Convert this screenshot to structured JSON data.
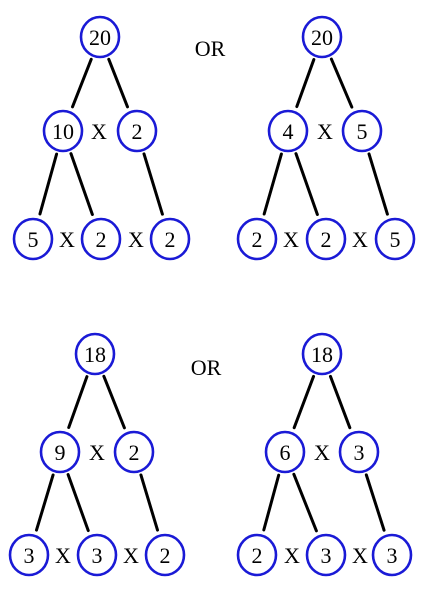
{
  "colors": {
    "node_stroke": "#1a1ad6",
    "edge": "#000000",
    "text": "#000000"
  },
  "operator": "X",
  "or_labels": [
    "OR",
    "OR"
  ],
  "trees": [
    {
      "id": "t1",
      "root": "20",
      "mid": [
        "10",
        "2"
      ],
      "leaves": [
        "5",
        "2",
        "2"
      ]
    },
    {
      "id": "t2",
      "root": "20",
      "mid": [
        "4",
        "5"
      ],
      "leaves": [
        "2",
        "2",
        "5"
      ]
    },
    {
      "id": "t3",
      "root": "18",
      "mid": [
        "9",
        "2"
      ],
      "leaves": [
        "3",
        "3",
        "2"
      ]
    },
    {
      "id": "t4",
      "root": "18",
      "mid": [
        "6",
        "3"
      ],
      "leaves": [
        "2",
        "3",
        "3"
      ]
    }
  ]
}
